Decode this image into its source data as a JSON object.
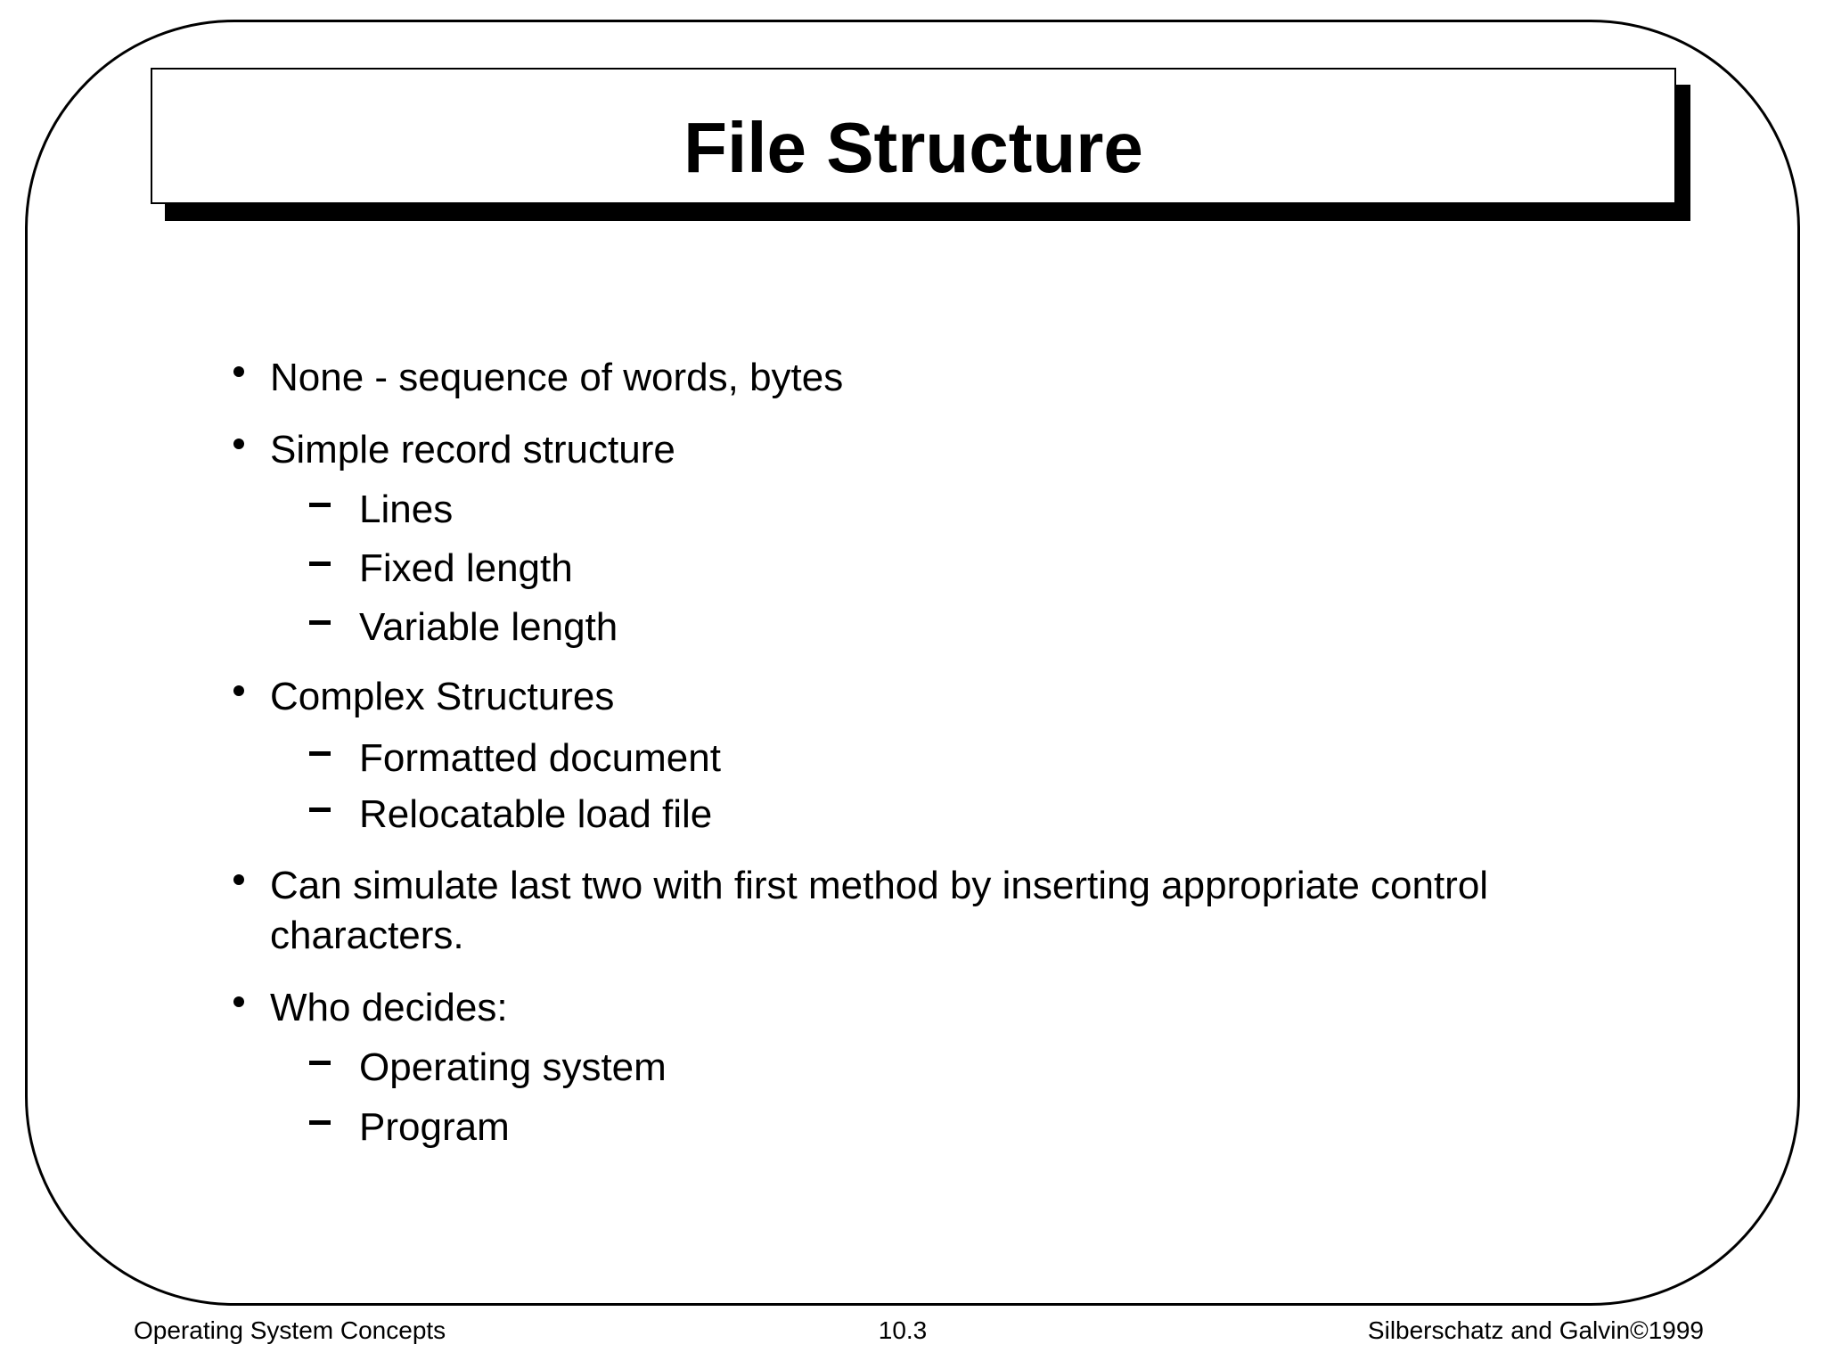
{
  "slide": {
    "title": "File Structure",
    "bullets": [
      {
        "level": 1,
        "text": "None - sequence of words, bytes"
      },
      {
        "level": 1,
        "text": "Simple record structure"
      },
      {
        "level": 2,
        "text": "Lines"
      },
      {
        "level": 2,
        "text": "Fixed length"
      },
      {
        "level": 2,
        "text": "Variable length"
      },
      {
        "level": 1,
        "text": "Complex Structures"
      },
      {
        "level": 2,
        "text": "Formatted document"
      },
      {
        "level": 2,
        "text": "Relocatable load file"
      },
      {
        "level": 1,
        "text": "Can simulate last two with first method by inserting appropriate control characters."
      },
      {
        "level": 1,
        "text": "Who decides:"
      },
      {
        "level": 2,
        "text": "Operating system"
      },
      {
        "level": 2,
        "text": "Program"
      }
    ]
  },
  "footer": {
    "book": "Operating System Concepts",
    "page": "10.3",
    "authors": "Silberschatz and Galvin©1999"
  },
  "colors": {
    "foreground": "#000000",
    "background": "#ffffff"
  }
}
